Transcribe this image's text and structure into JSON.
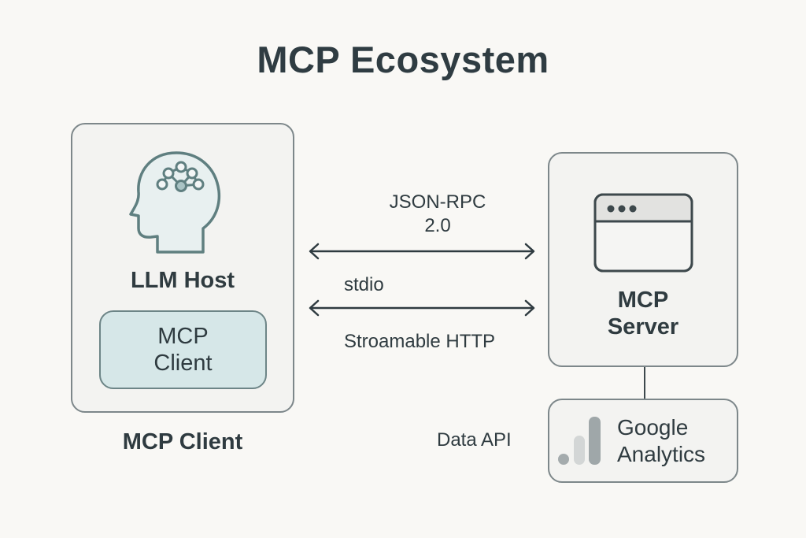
{
  "title": "MCP Ecosystem",
  "host": {
    "label": "LLM Host",
    "icon": "head-network-icon",
    "inner_client": {
      "line1": "MCP",
      "line2": "Client"
    },
    "caption": "MCP Client"
  },
  "connections": {
    "protocol_line1": "JSON-RPC",
    "protocol_line2": "2.0",
    "transport1": "stdio",
    "transport2": "Stroamable HTTP"
  },
  "server": {
    "icon": "browser-window-icon",
    "line1": "MCP",
    "line2": "Server"
  },
  "data_source": {
    "connector_label": "Data API",
    "icon": "google-analytics-icon",
    "line1": "Google",
    "line2": "Analytics"
  },
  "colors": {
    "background": "#f9f8f5",
    "text": "#2f3b40",
    "box_border": "#7d878a",
    "client_fill": "#d6e7e8",
    "icon_stroke": "#5f7f80"
  }
}
